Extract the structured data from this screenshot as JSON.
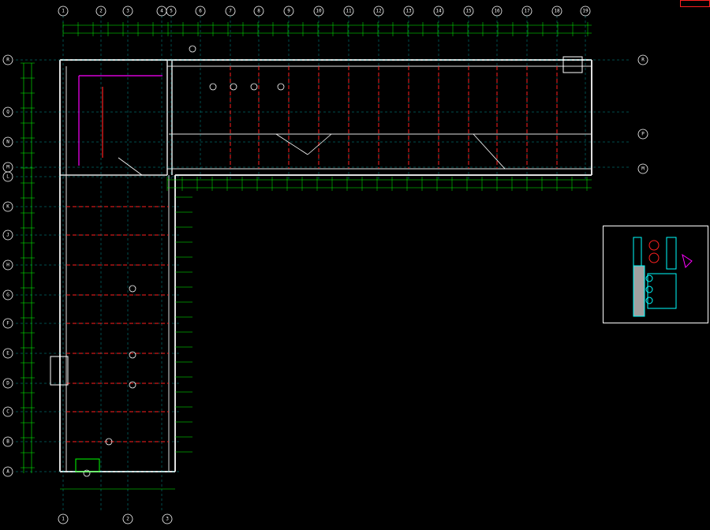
{
  "drawing": {
    "corner_tag": "",
    "title_left": "",
    "title_main": "",
    "title_scale": "",
    "top_axes": [
      "1",
      "2",
      "3",
      "4",
      "5",
      "6",
      "7",
      "8",
      "9",
      "10",
      "11",
      "12",
      "13",
      "14",
      "15",
      "16",
      "17",
      "18",
      "19"
    ],
    "left_axes": [
      "R",
      "Q",
      "N",
      "M",
      "L",
      "K",
      "J",
      "H",
      "G",
      "F",
      "E",
      "D",
      "C",
      "B",
      "A"
    ],
    "right_axes": [
      "R",
      "P",
      "M"
    ],
    "bottom_axes": [
      "1",
      "2",
      "3"
    ],
    "colors": {
      "wall": "#e0e0e0",
      "dimension": "#00ff00",
      "grid": "#00c0c0",
      "pipe_red": "#ff2020",
      "pipe_magenta": "#ff00ff",
      "pipe_cyan": "#00ffff",
      "text": "#ffffff",
      "background": "#000000"
    }
  },
  "notes": {
    "lines": []
  },
  "legend": {
    "lines": []
  }
}
